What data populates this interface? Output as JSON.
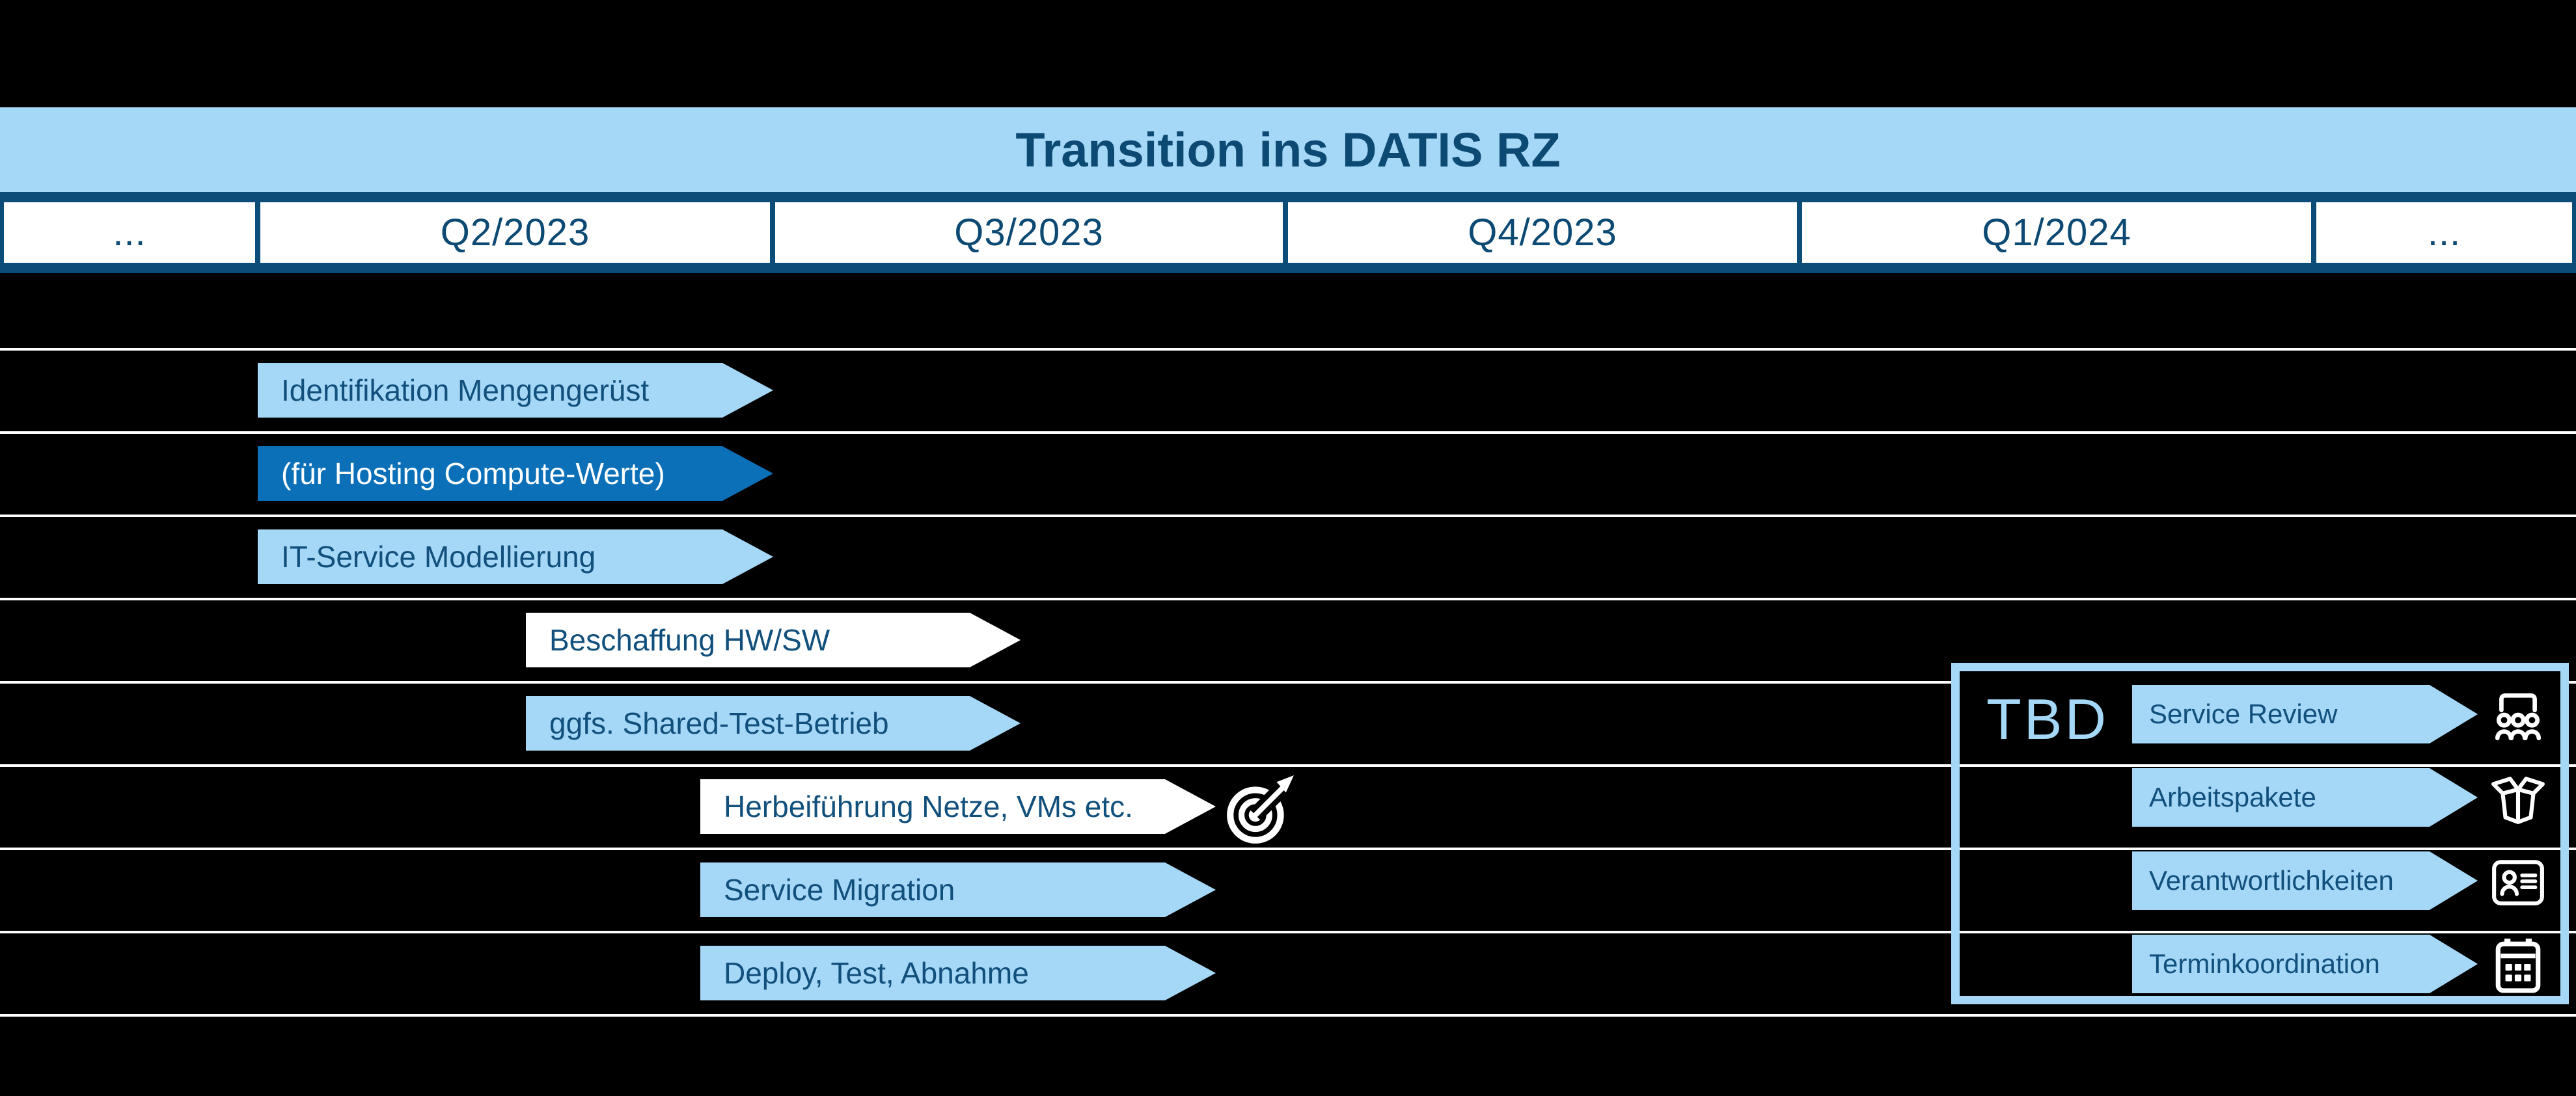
{
  "slide": {
    "title": "Transition ins DATIS RZ"
  },
  "timeline": {
    "columns": [
      "...",
      "Q2/2023",
      "Q3/2023",
      "Q4/2023",
      "Q1/2024",
      "..."
    ]
  },
  "bars": [
    {
      "label": "Identifikation Mengengerüst",
      "variant": "light",
      "start": "Q2/2023",
      "end": "Q2/2023"
    },
    {
      "label": "(für Hosting Compute-Werte)",
      "variant": "solid",
      "start": "Q2/2023",
      "end": "Q2/2023"
    },
    {
      "label": "IT-Service Modellierung",
      "variant": "light",
      "start": "Q2/2023",
      "end": "Q2/2023"
    },
    {
      "label": "Beschaffung HW/SW",
      "variant": "white",
      "start": "Q2/2023",
      "end": "Q3/2023"
    },
    {
      "label": "ggfs. Shared-Test-Betrieb",
      "variant": "light",
      "start": "Q2/2023",
      "end": "Q3/2023"
    },
    {
      "label": "Herbeiführung Netze, VMs etc.",
      "variant": "white",
      "start": "Q2/2023",
      "end": "Q3/2023",
      "milestone_icon": "target-icon"
    },
    {
      "label": "Service Migration",
      "variant": "light",
      "start": "Q2/2023",
      "end": "Q3/2023"
    },
    {
      "label": "Deploy, Test, Abnahme",
      "variant": "light",
      "start": "Q2/2023",
      "end": "Q3/2023"
    }
  ],
  "tbd": {
    "label": "TBD",
    "items": [
      {
        "label": "Service Review",
        "icon": "audience-icon"
      },
      {
        "label": "Arbeitspakete",
        "icon": "open-box-icon"
      },
      {
        "label": "Verantwortlichkeiten",
        "icon": "id-badge-icon"
      },
      {
        "label": "Terminkoordination",
        "icon": "calendar-icon"
      }
    ]
  },
  "colors": {
    "background": "#000000",
    "light_blue": "#A5D8F7",
    "navy": "#0C4A73",
    "strip_navy": "#0C4C78",
    "solid_blue": "#0C70B8",
    "white": "#FFFFFF"
  }
}
